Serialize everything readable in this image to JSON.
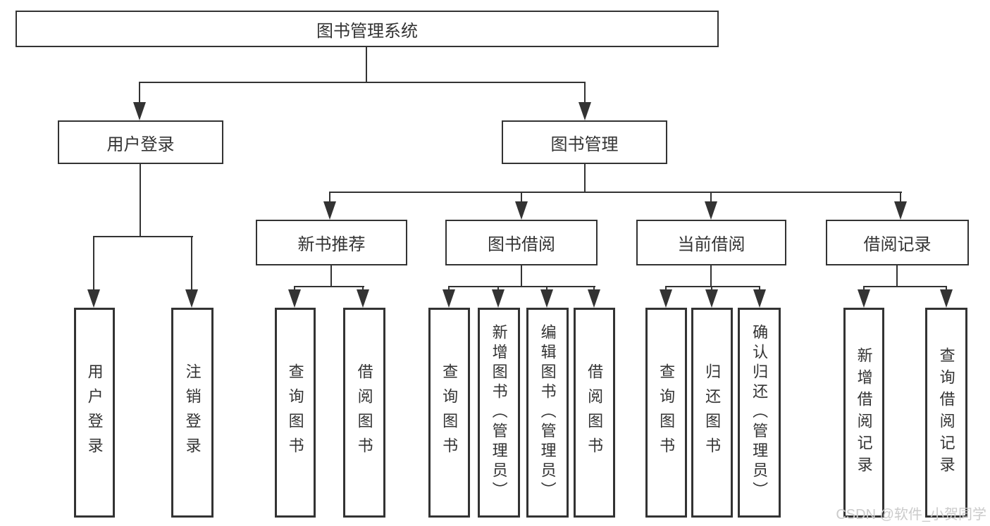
{
  "diagram": {
    "type": "hierarchy",
    "root": {
      "label": "图书管理系统",
      "children": [
        {
          "label": "用户登录",
          "children": [
            {
              "label": "用户登录"
            },
            {
              "label": "注销登录"
            }
          ]
        },
        {
          "label": "图书管理",
          "children": [
            {
              "label": "新书推荐",
              "children": [
                {
                  "label": "查询图书"
                },
                {
                  "label": "借阅图书"
                }
              ]
            },
            {
              "label": "图书借阅",
              "children": [
                {
                  "label": "查询图书"
                },
                {
                  "label": "新增图书（管理员）"
                },
                {
                  "label": "编辑图书（管理员）"
                },
                {
                  "label": "借阅图书"
                }
              ]
            },
            {
              "label": "当前借阅",
              "children": [
                {
                  "label": "查询图书"
                },
                {
                  "label": "归还图书"
                },
                {
                  "label": "确认归还（管理员）"
                }
              ]
            },
            {
              "label": "借阅记录",
              "children": [
                {
                  "label": "新增借阅记录"
                },
                {
                  "label": "查询借阅记录"
                }
              ]
            }
          ]
        }
      ]
    }
  },
  "watermark": {
    "text": "CSDN @软件_小贺同学"
  },
  "colors": {
    "line": "#333333",
    "box_border": "#333333",
    "text": "#333333",
    "background": "#ffffff",
    "watermark": "#cbcbcb"
  }
}
